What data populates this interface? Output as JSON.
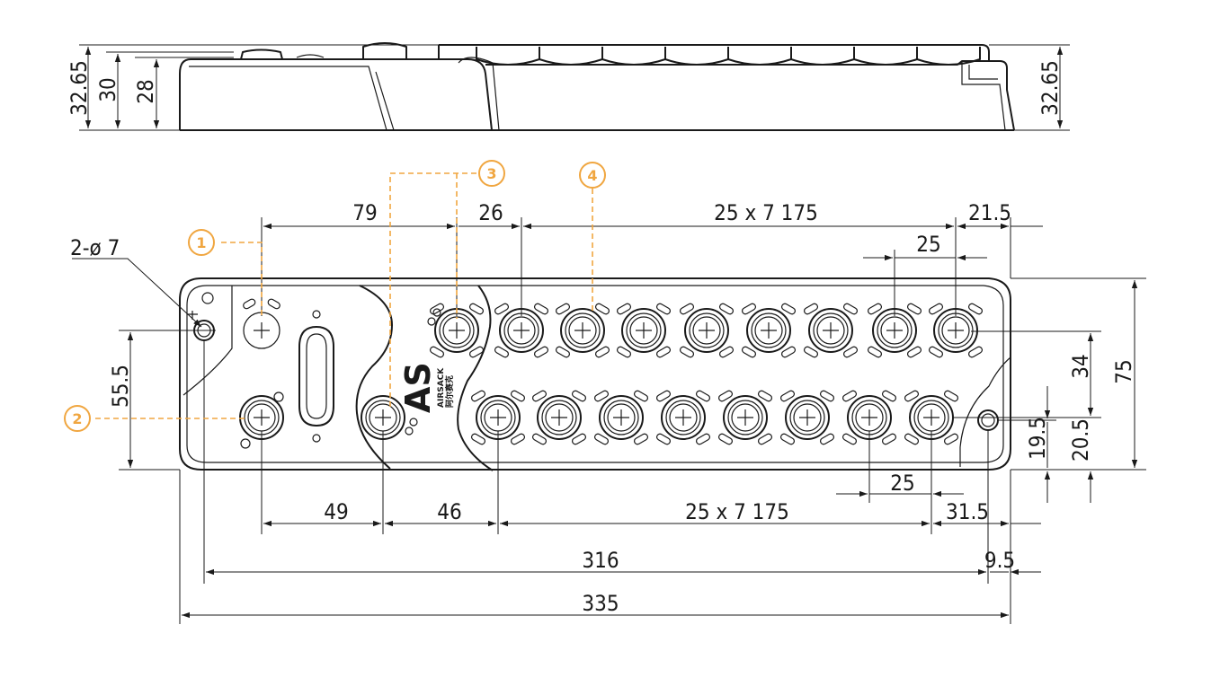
{
  "colors": {
    "line": "#1a1a1a",
    "callout": "#f0a640",
    "background": "#ffffff"
  },
  "logo": {
    "mark": "AS",
    "brand": "AIRSACK",
    "chinese": "阿尔赛克"
  },
  "callouts": [
    "1",
    "2",
    "3",
    "4"
  ],
  "side_view_dimensions": {
    "left_outer": "32.65",
    "left_mid": "30",
    "left_inner": "28",
    "right": "32.65"
  },
  "top_dimensions": {
    "mount_hole": "2-ø 7",
    "spacing_79": "79",
    "spacing_26": "26",
    "pitch_top": "25 x 7 175",
    "offset_21_5": "21.5",
    "pitch_25_top": "25"
  },
  "right_dimensions": {
    "height_75": "75",
    "height_34": "34",
    "height_20_5": "20.5",
    "height_19_5": "19.5"
  },
  "left_dimensions": {
    "height_55_5": "55.5"
  },
  "bottom_dimensions": {
    "pitch_25_bottom": "25",
    "spacing_49": "49",
    "spacing_46": "46",
    "pitch_bottom": "25 x 7 175",
    "offset_31_5": "31.5",
    "hole_span": "316",
    "offset_9_5": "9.5",
    "overall_length": "335"
  }
}
